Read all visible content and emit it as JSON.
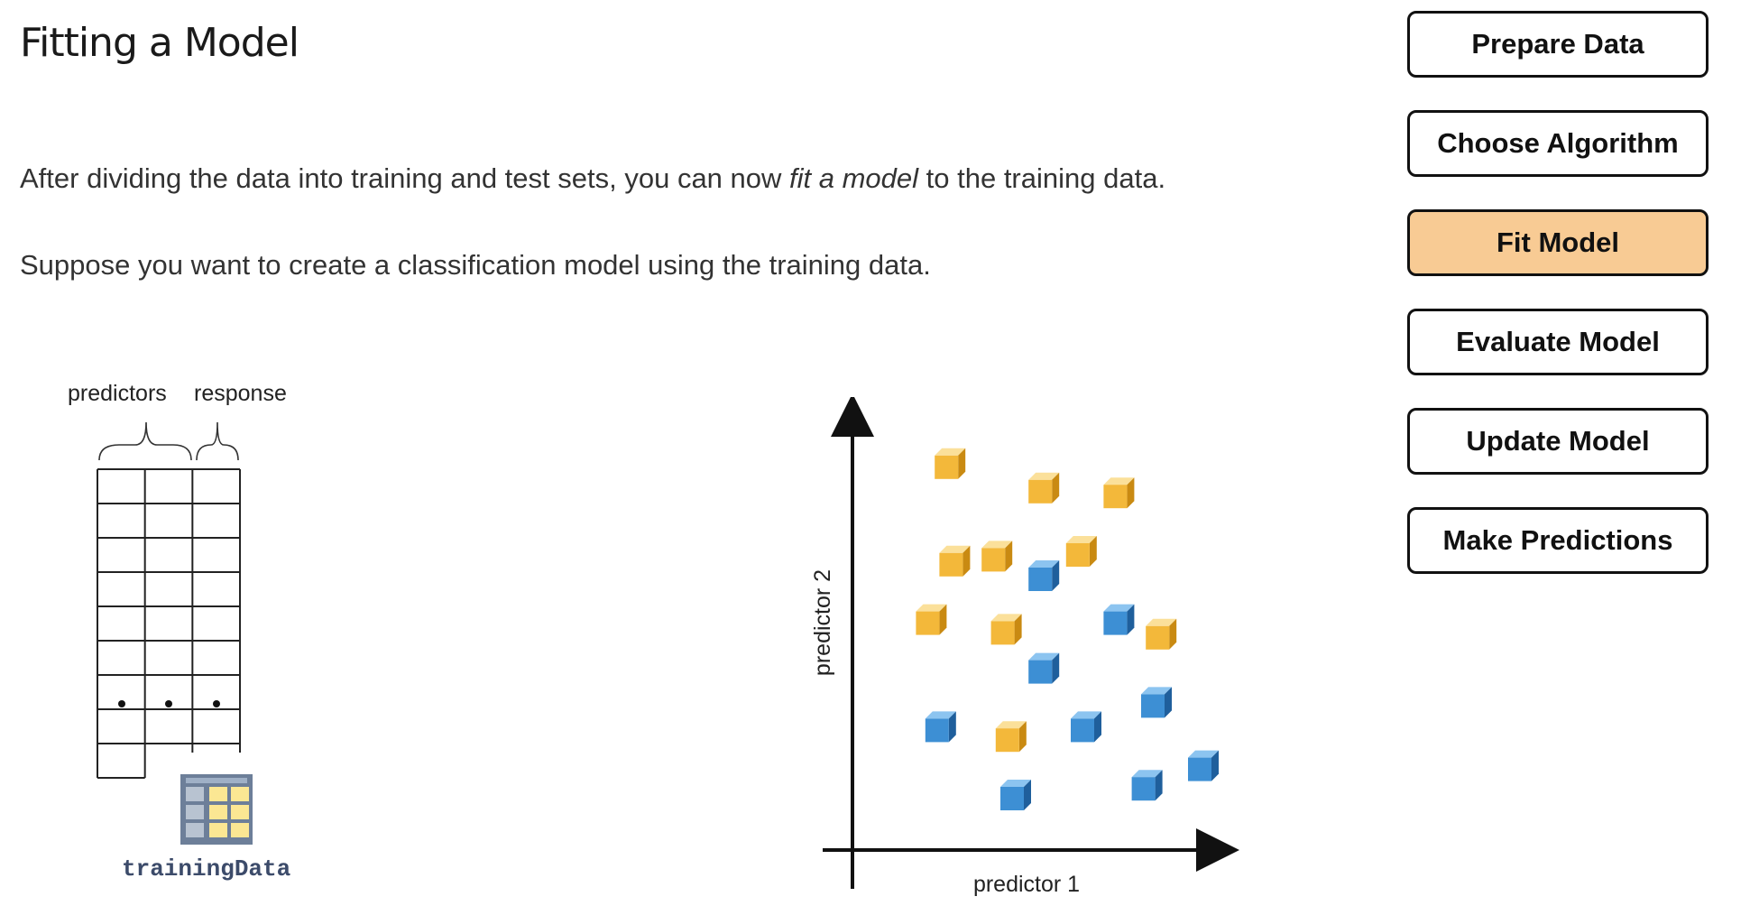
{
  "page": {
    "title": "Fitting a Model",
    "para1": {
      "before": "After dividing the data into training and test sets, you can now ",
      "emphasis": "fit a model",
      "after": " to the training data."
    },
    "para2": "Suppose you want to create a classification model using the training data."
  },
  "steps": [
    {
      "label": "Prepare Data",
      "active": false
    },
    {
      "label": "Choose Algorithm",
      "active": false
    },
    {
      "label": "Fit Model",
      "active": true
    },
    {
      "label": "Evaluate Model",
      "active": false
    },
    {
      "label": "Update Model",
      "active": false
    },
    {
      "label": "Make Predictions",
      "active": false
    }
  ],
  "colors": {
    "active_step": "#f8cb94",
    "class_yellow": "#f3b83a",
    "class_blue": "#3d8fd4",
    "table_icon_frame": "#6d7f99",
    "table_icon_cells": "#fbe793"
  },
  "table_figure": {
    "predictors_label": "predictors",
    "response_label": "response",
    "variable_name": "trainingData",
    "icon": "table-icon"
  },
  "scatter_figure": {
    "xlabel": "predictor 1",
    "ylabel": "predictor 2",
    "points": [
      {
        "x": 1.6,
        "y": 7.8,
        "class": "yellow"
      },
      {
        "x": 3.6,
        "y": 7.3,
        "class": "yellow"
      },
      {
        "x": 5.2,
        "y": 7.2,
        "class": "yellow"
      },
      {
        "x": 1.7,
        "y": 5.8,
        "class": "yellow"
      },
      {
        "x": 2.6,
        "y": 5.9,
        "class": "yellow"
      },
      {
        "x": 4.4,
        "y": 6.0,
        "class": "yellow"
      },
      {
        "x": 3.6,
        "y": 5.5,
        "class": "blue"
      },
      {
        "x": 1.2,
        "y": 4.6,
        "class": "yellow"
      },
      {
        "x": 2.8,
        "y": 4.4,
        "class": "yellow"
      },
      {
        "x": 5.2,
        "y": 4.6,
        "class": "blue"
      },
      {
        "x": 6.1,
        "y": 4.3,
        "class": "yellow"
      },
      {
        "x": 3.6,
        "y": 3.6,
        "class": "blue"
      },
      {
        "x": 6.0,
        "y": 2.9,
        "class": "blue"
      },
      {
        "x": 1.4,
        "y": 2.4,
        "class": "blue"
      },
      {
        "x": 2.9,
        "y": 2.2,
        "class": "yellow"
      },
      {
        "x": 4.5,
        "y": 2.4,
        "class": "blue"
      },
      {
        "x": 7.0,
        "y": 1.6,
        "class": "blue"
      },
      {
        "x": 5.8,
        "y": 1.2,
        "class": "blue"
      },
      {
        "x": 3.0,
        "y": 1.0,
        "class": "blue"
      }
    ]
  }
}
